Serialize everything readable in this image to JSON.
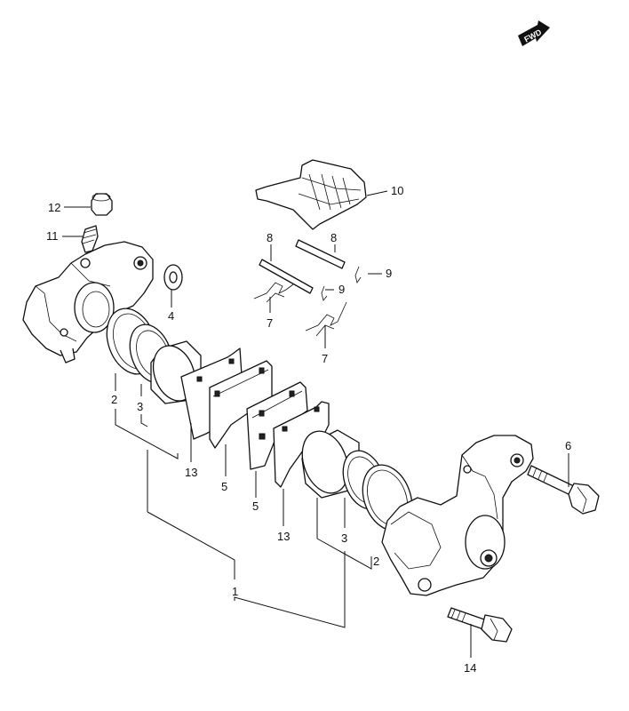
{
  "diagram": {
    "fwd_label": "FWD",
    "callouts": [
      {
        "id": "c1",
        "text": "1"
      },
      {
        "id": "c2a",
        "text": "2"
      },
      {
        "id": "c2b",
        "text": "2"
      },
      {
        "id": "c3a",
        "text": "3"
      },
      {
        "id": "c3b",
        "text": "3"
      },
      {
        "id": "c4",
        "text": "4"
      },
      {
        "id": "c5a",
        "text": "5"
      },
      {
        "id": "c5b",
        "text": "5"
      },
      {
        "id": "c6",
        "text": "6"
      },
      {
        "id": "c7a",
        "text": "7"
      },
      {
        "id": "c7b",
        "text": "7"
      },
      {
        "id": "c8a",
        "text": "8"
      },
      {
        "id": "c8b",
        "text": "8"
      },
      {
        "id": "c9a",
        "text": "9"
      },
      {
        "id": "c9b",
        "text": "9"
      },
      {
        "id": "c10",
        "text": "10"
      },
      {
        "id": "c11",
        "text": "11"
      },
      {
        "id": "c12",
        "text": "12"
      },
      {
        "id": "c13a",
        "text": "13"
      },
      {
        "id": "c13b",
        "text": "13"
      },
      {
        "id": "c14",
        "text": "14"
      }
    ]
  }
}
